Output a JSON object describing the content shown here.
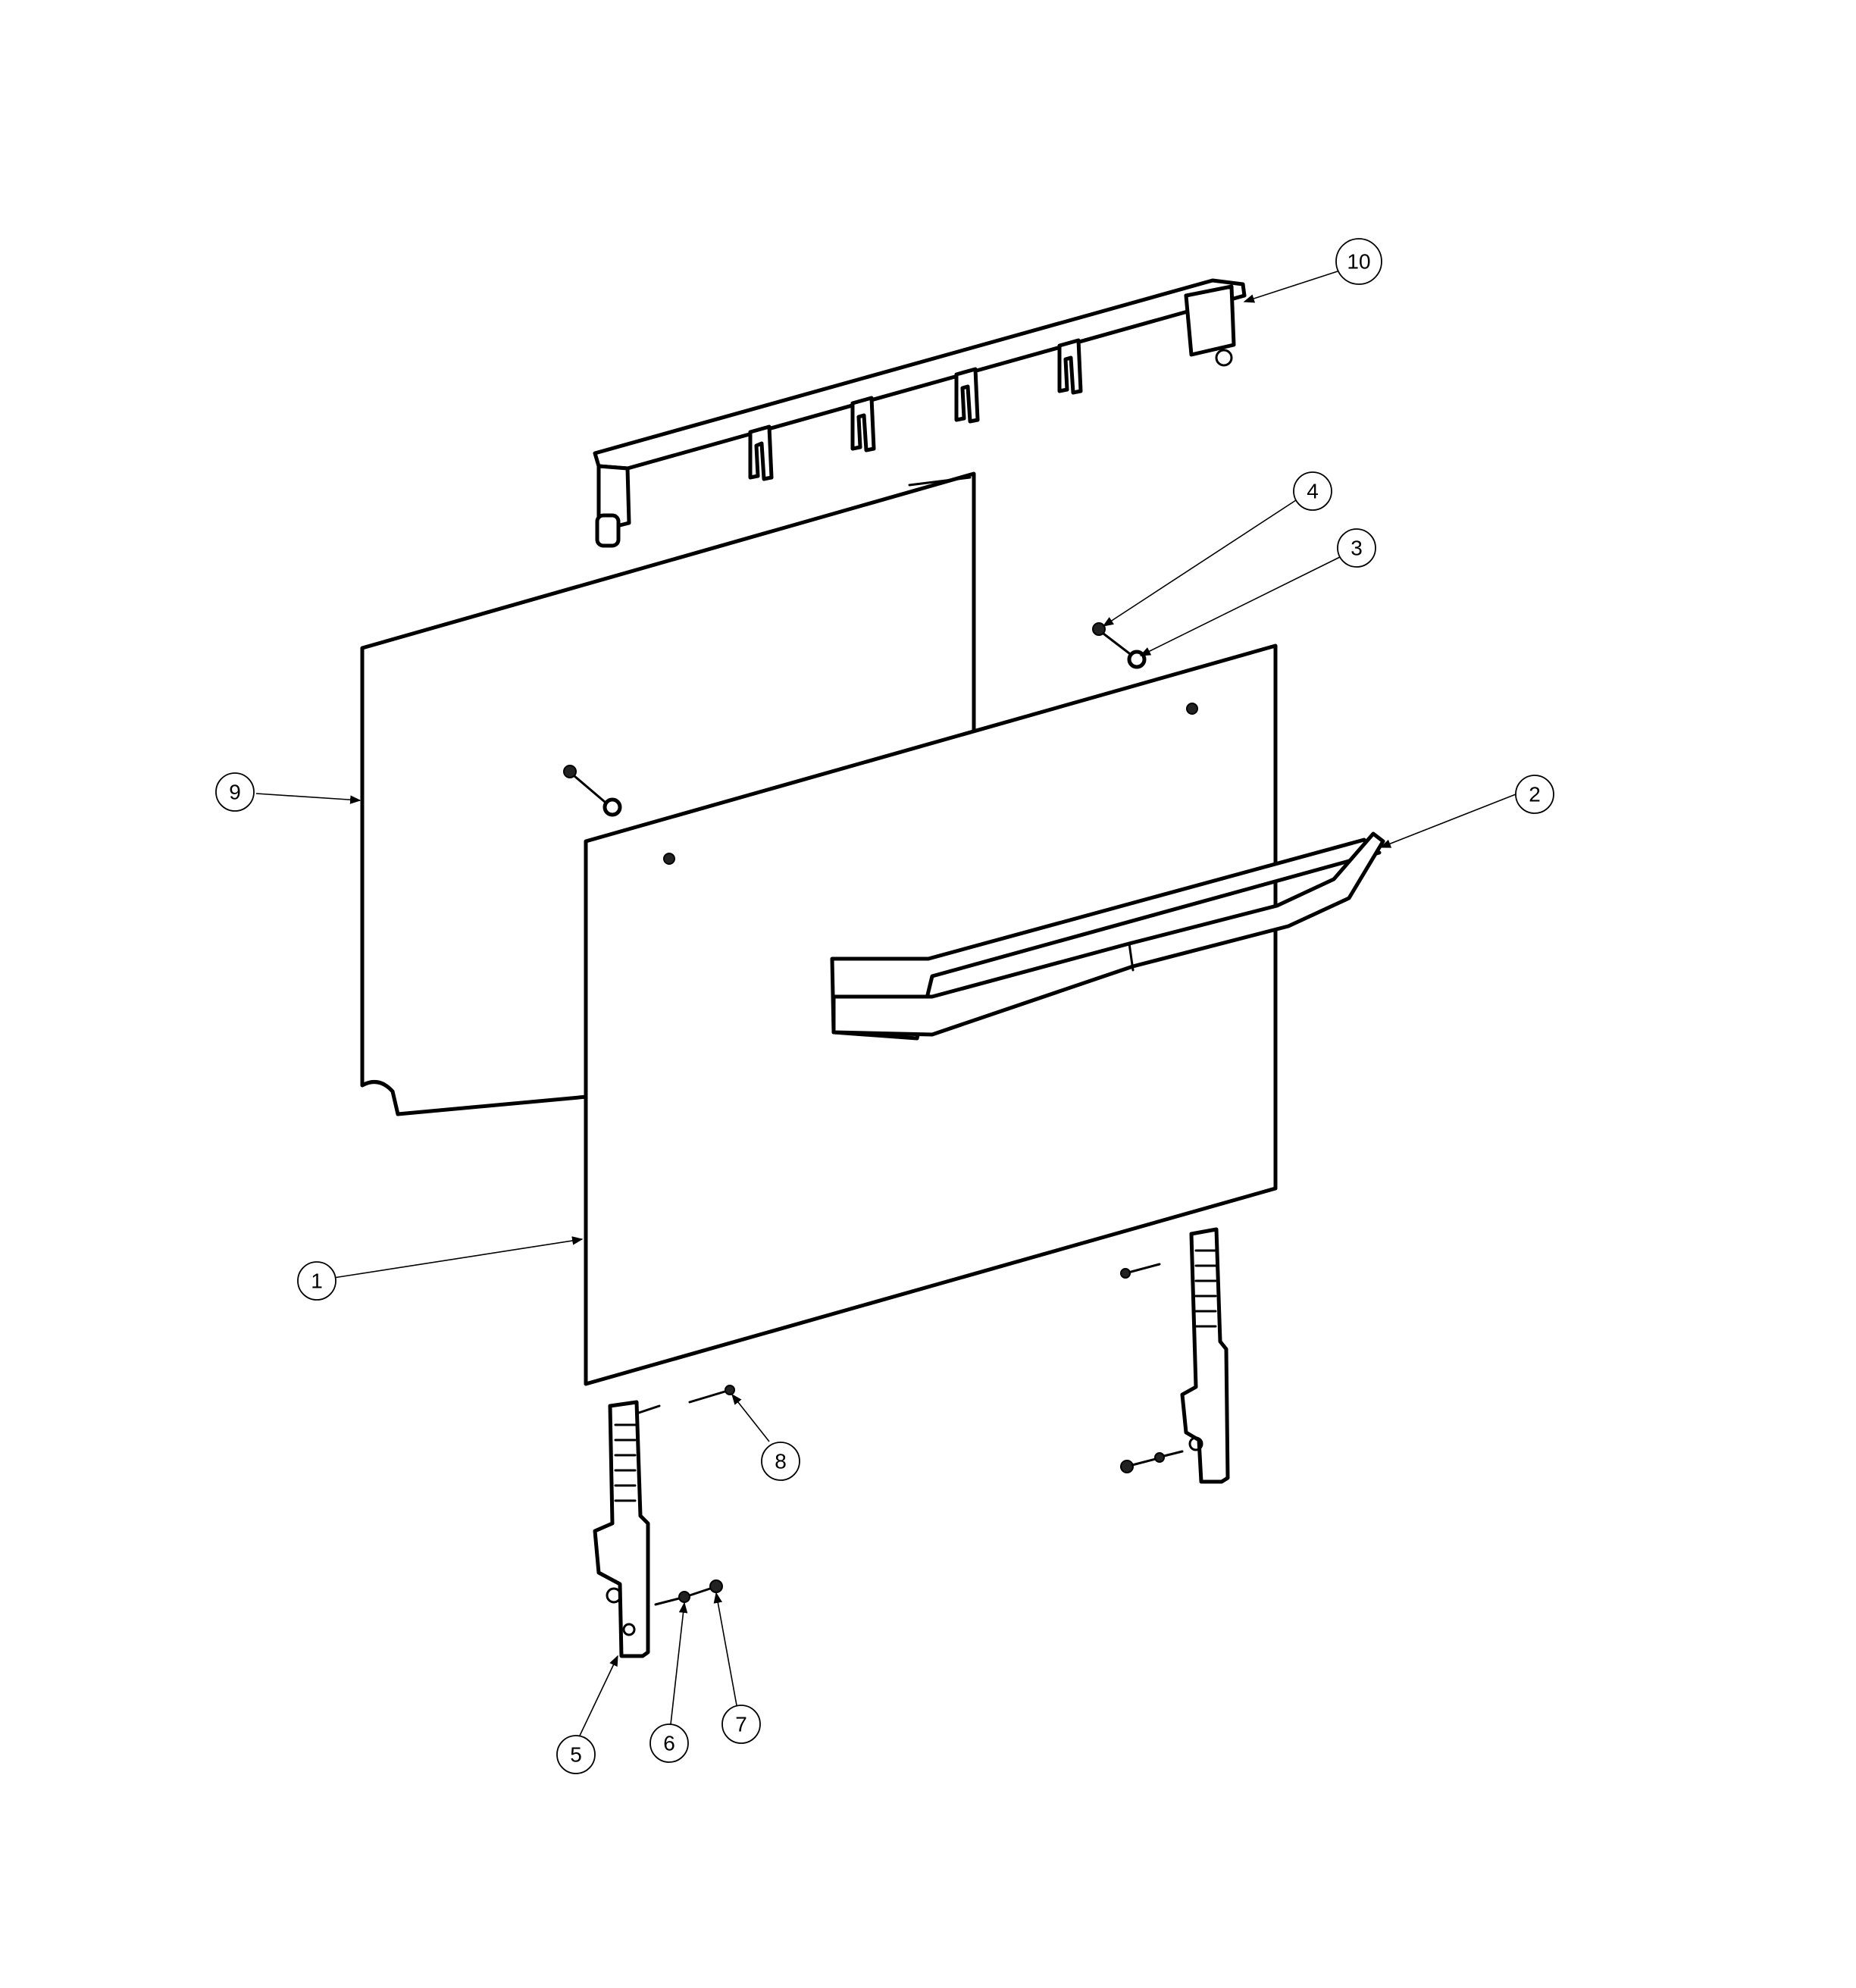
{
  "callouts": [
    {
      "label": "1"
    },
    {
      "label": "2"
    },
    {
      "label": "3"
    },
    {
      "label": "4"
    },
    {
      "label": "5"
    },
    {
      "label": "6"
    },
    {
      "label": "7"
    },
    {
      "label": "8"
    },
    {
      "label": "9"
    },
    {
      "label": "10"
    }
  ],
  "colors": {
    "line": "#000000",
    "background": "#ffffff"
  }
}
